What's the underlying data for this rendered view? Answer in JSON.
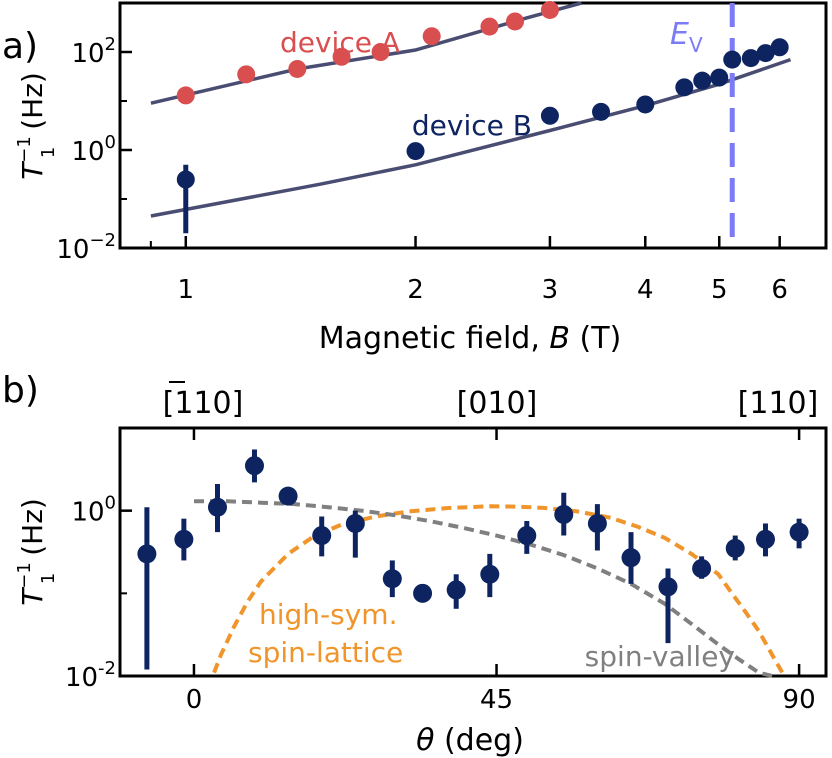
{
  "chart_data": [
    {
      "panel_label": "a)",
      "type": "scatter",
      "xscale": "log",
      "yscale": "log",
      "xlim": [
        0.82,
        6.9
      ],
      "ylim": [
        0.01,
        1000
      ],
      "xticks": [
        1,
        2,
        3,
        4,
        5,
        6
      ],
      "xtick_labels": [
        "1",
        "2",
        "3",
        "4",
        "5",
        "6"
      ],
      "yticks": [
        0.01,
        1,
        100
      ],
      "ytick_labels": [
        [
          "10",
          "−2"
        ],
        [
          "10",
          "0"
        ],
        [
          "10",
          "2"
        ]
      ],
      "xlabel": [
        "Magnetic field, ",
        "B",
        " (T)"
      ],
      "ylabel": [
        "T",
        "1",
        "−1",
        " (Hz)"
      ],
      "series": [
        {
          "name": "device A",
          "color": "#d94f4f",
          "x": [
            1.0,
            1.2,
            1.4,
            1.6,
            1.8,
            2.1,
            2.5,
            2.7,
            3.0
          ],
          "y": [
            13,
            35,
            45,
            80,
            100,
            210,
            330,
            420,
            720
          ]
        },
        {
          "name": "device B",
          "color": "#0d2461",
          "x": [
            1.0,
            2.0,
            3.0,
            3.5,
            4.0,
            4.5,
            4.75,
            5.0,
            5.2,
            5.5,
            5.75,
            6.0
          ],
          "y": [
            0.25,
            0.95,
            5.0,
            6.0,
            8.5,
            19,
            26,
            30,
            70,
            75,
            95,
            125
          ],
          "yerr_bounds": [
            [
              1,
              0.02,
              0.5
            ]
          ]
        }
      ],
      "fits": [
        {
          "x": [
            0.9,
            1.4,
            2.0,
            2.8,
            3.3
          ],
          "y": [
            9,
            45,
            110,
            500,
            1000
          ],
          "color": "#4a4d72"
        },
        {
          "x": [
            0.9,
            1.5,
            2.0,
            3.0,
            4.0,
            5.0,
            6.2
          ],
          "y": [
            0.045,
            0.2,
            0.5,
            2.5,
            8,
            22,
            70
          ],
          "color": "#4a4d72"
        }
      ],
      "annotations": {
        "device_a_label": "device A",
        "device_b_label": "device B",
        "ev_label_main": "E",
        "ev_label_sub": "V",
        "ev_line_x": 5.2,
        "ev_color": "#7b7bf5"
      }
    },
    {
      "panel_label": "b)",
      "type": "scatter",
      "yscale": "log",
      "xlim": [
        -11,
        94
      ],
      "ylim": [
        0.01,
        10
      ],
      "xticks": [
        0,
        45,
        90
      ],
      "xtick_labels": [
        "0",
        "45",
        "90"
      ],
      "top_tick_labels": [
        [
          "[",
          "1",
          "10]"
        ],
        [
          "[010]"
        ],
        [
          "[110]"
        ]
      ],
      "yticks": [
        0.01,
        1
      ],
      "ytick_labels": [
        [
          "10",
          "-2"
        ],
        [
          "10",
          "0"
        ]
      ],
      "xlabel": [
        "θ",
        " (deg)"
      ],
      "ylabel": [
        "T",
        "1",
        "−1",
        " (Hz)"
      ],
      "series": [
        {
          "name": "data",
          "color": "#0d2461",
          "x": [
            -7,
            -1.5,
            3.5,
            9,
            14,
            19,
            24,
            29.5,
            34,
            39,
            44,
            49.5,
            55,
            60,
            65,
            70.5,
            75.5,
            80.5,
            85,
            90
          ],
          "y": [
            0.3,
            0.45,
            1.1,
            3.5,
            1.5,
            0.5,
            0.7,
            0.15,
            0.1,
            0.11,
            0.17,
            0.5,
            0.9,
            0.7,
            0.27,
            0.12,
            0.2,
            0.35,
            0.45,
            0.55
          ],
          "yerr": [
            [
              0.012,
              1.1
            ],
            [
              0.25,
              0.8
            ],
            [
              0.55,
              2.1
            ],
            [
              2.2,
              5.5
            ],
            [
              1.2,
              1.9
            ],
            [
              0.28,
              0.85
            ],
            [
              0.27,
              1.0
            ],
            [
              0.09,
              0.25
            ],
            [
              0.085,
              0.125
            ],
            [
              0.065,
              0.17
            ],
            [
              0.09,
              0.3
            ],
            [
              0.3,
              0.75
            ],
            [
              0.5,
              1.65
            ],
            [
              0.33,
              1.2
            ],
            [
              0.13,
              0.55
            ],
            [
              0.025,
              0.2
            ],
            [
              0.15,
              0.28
            ],
            [
              0.25,
              0.5
            ],
            [
              0.28,
              0.7
            ],
            [
              0.35,
              0.8
            ]
          ]
        }
      ],
      "curves": [
        {
          "name": "high-sym. spin-lattice",
          "color": "#f0952b",
          "x": [
            3,
            4,
            6,
            8,
            10,
            14,
            18,
            22,
            27,
            32,
            38,
            44,
            48,
            52,
            57,
            62,
            66,
            70,
            74,
            78,
            80,
            82,
            84,
            86,
            87.5
          ],
          "y": [
            0.011,
            0.018,
            0.04,
            0.08,
            0.14,
            0.3,
            0.5,
            0.68,
            0.85,
            0.98,
            1.08,
            1.13,
            1.12,
            1.08,
            0.98,
            0.82,
            0.64,
            0.47,
            0.3,
            0.17,
            0.1,
            0.06,
            0.035,
            0.018,
            0.011
          ]
        },
        {
          "name": "spin-valley",
          "color": "#808080",
          "x": [
            0,
            5,
            10,
            15,
            20,
            25,
            30,
            35,
            40,
            45,
            50,
            55,
            60,
            65,
            70,
            75,
            78,
            81,
            84,
            86
          ],
          "y": [
            1.3,
            1.3,
            1.25,
            1.2,
            1.1,
            1.0,
            0.88,
            0.75,
            0.62,
            0.5,
            0.39,
            0.29,
            0.2,
            0.13,
            0.075,
            0.037,
            0.024,
            0.016,
            0.011,
            0.008
          ]
        }
      ],
      "annotations": {
        "spin_lattice_label_1": "high-sym.",
        "spin_lattice_label_2": "spin-lattice",
        "spin_valley_label": "spin-valley"
      }
    }
  ]
}
